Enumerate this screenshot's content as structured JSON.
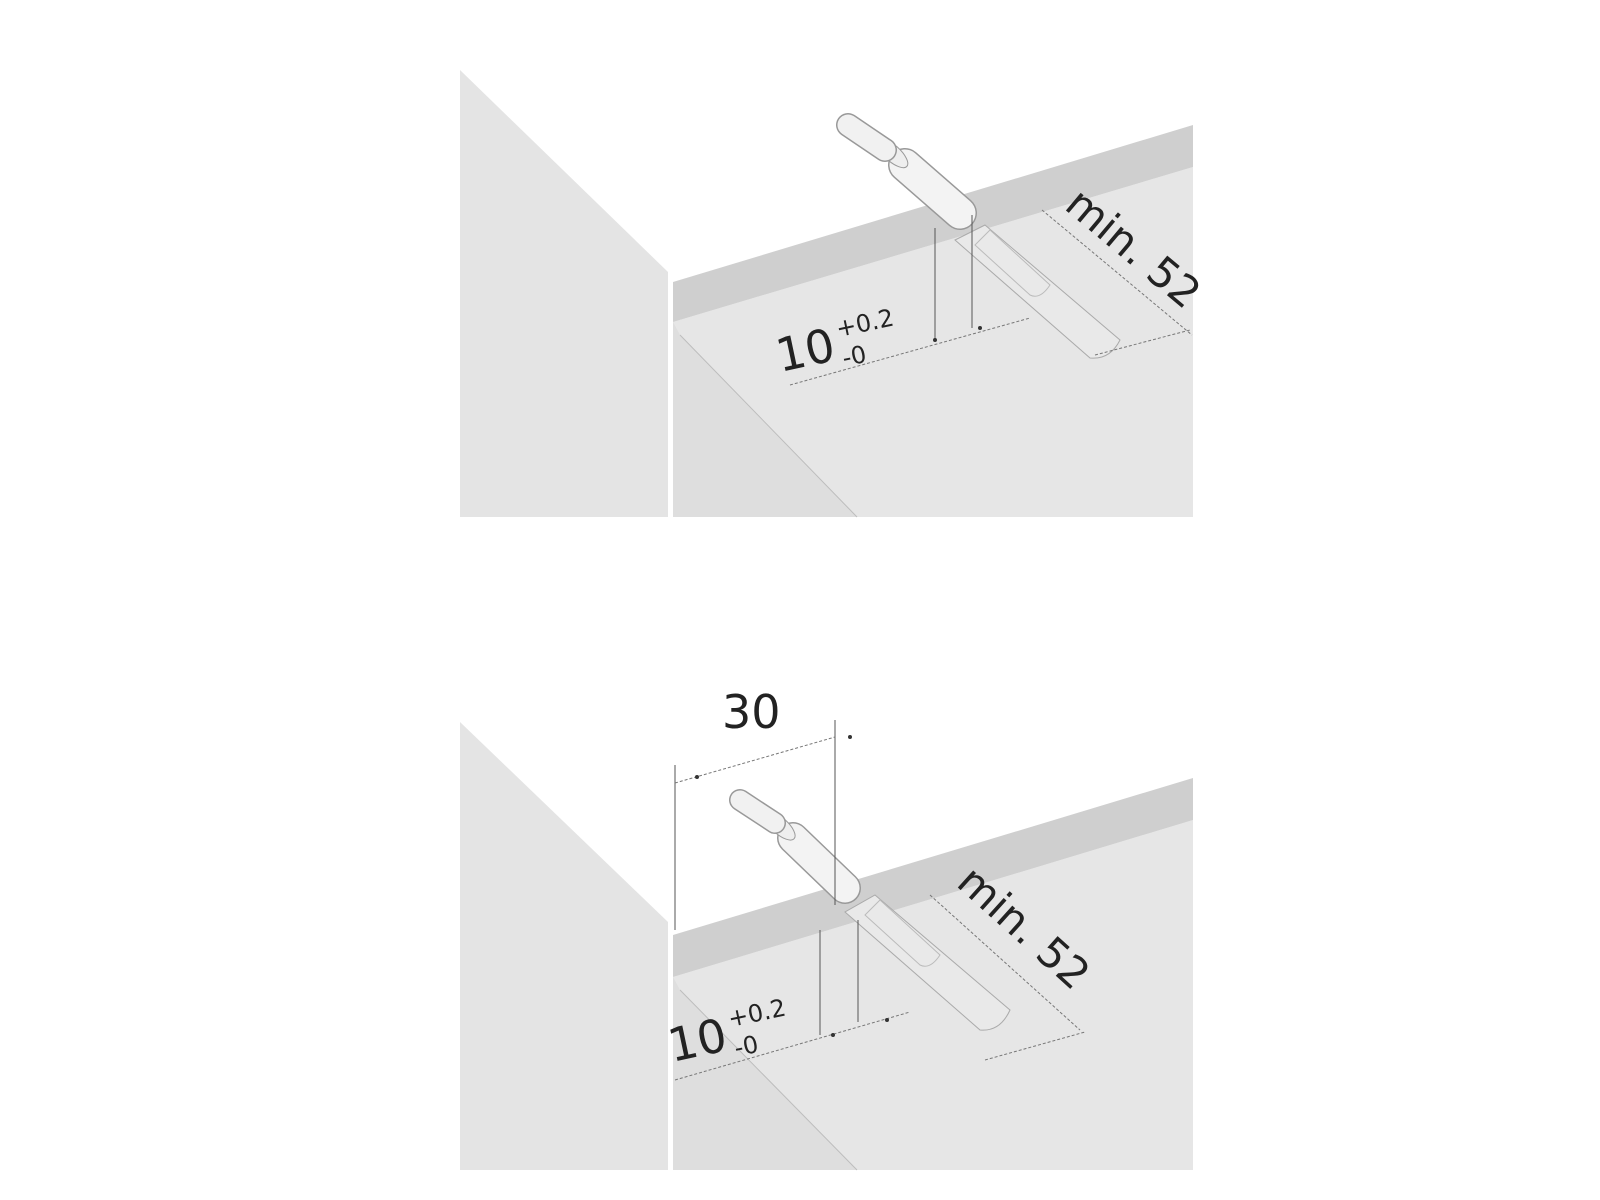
{
  "figures": [
    {
      "id": "top",
      "nominal": "10",
      "tol_upper": "+0.2",
      "tol_lower": "-0",
      "min_depth": "min. 52"
    },
    {
      "id": "bottom",
      "offset": "30",
      "nominal": "10",
      "tol_upper": "+0.2",
      "tol_lower": "-0",
      "min_depth": "min. 52"
    }
  ],
  "colors": {
    "panel": "#e4e4e4",
    "panel_inner": "#dcdcdc",
    "edge_band": "#cfcfcf",
    "dowel": "#f2f2f2",
    "line": "#555555"
  }
}
